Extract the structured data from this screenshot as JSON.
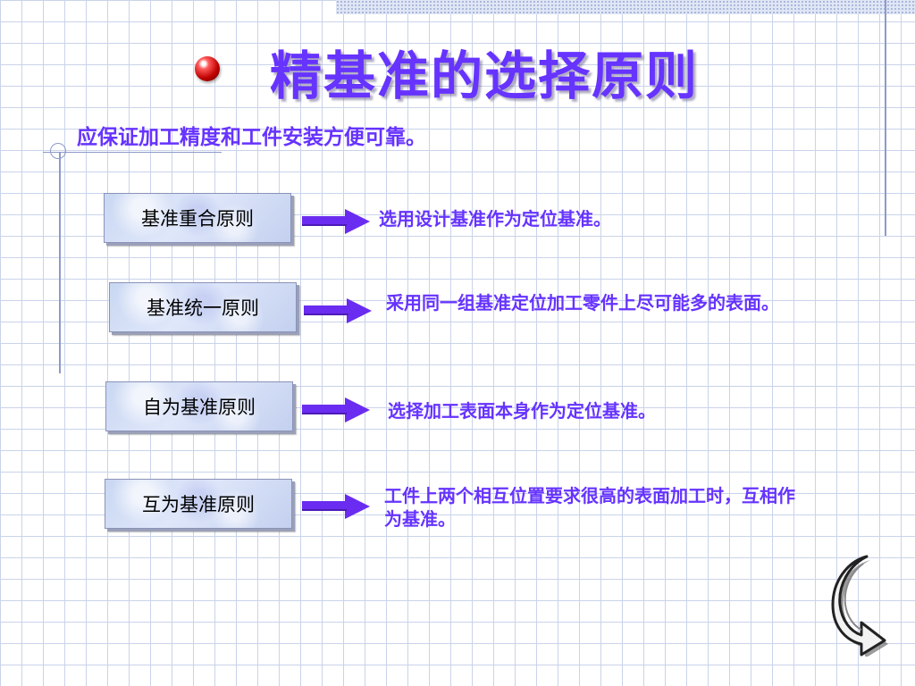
{
  "slide": {
    "title": "精基准的选择原则",
    "subtitle": "应保证加工精度和工件安装方便可靠。",
    "principles": [
      {
        "name": "基准重合原则",
        "description": "选用设计基准作为定位基准。"
      },
      {
        "name": "基准统一原则",
        "description": "采用同一组基准定位加工零件上尽可能多的表面。"
      },
      {
        "name": "自为基准原则",
        "description": "选择加工表面本身作为定位基准。"
      },
      {
        "name": "互为基准原则",
        "description": "工件上两个相互位置要求很高的表面加工时，互相作为基准。"
      }
    ]
  },
  "colors": {
    "title": "#6633ff",
    "arrow": "#6a2cf0",
    "bullet": "#c00000"
  },
  "icons": {
    "bullet": "red-sphere-bullet-icon",
    "arrow": "right-arrow-icon",
    "return": "return-arrow-icon"
  }
}
